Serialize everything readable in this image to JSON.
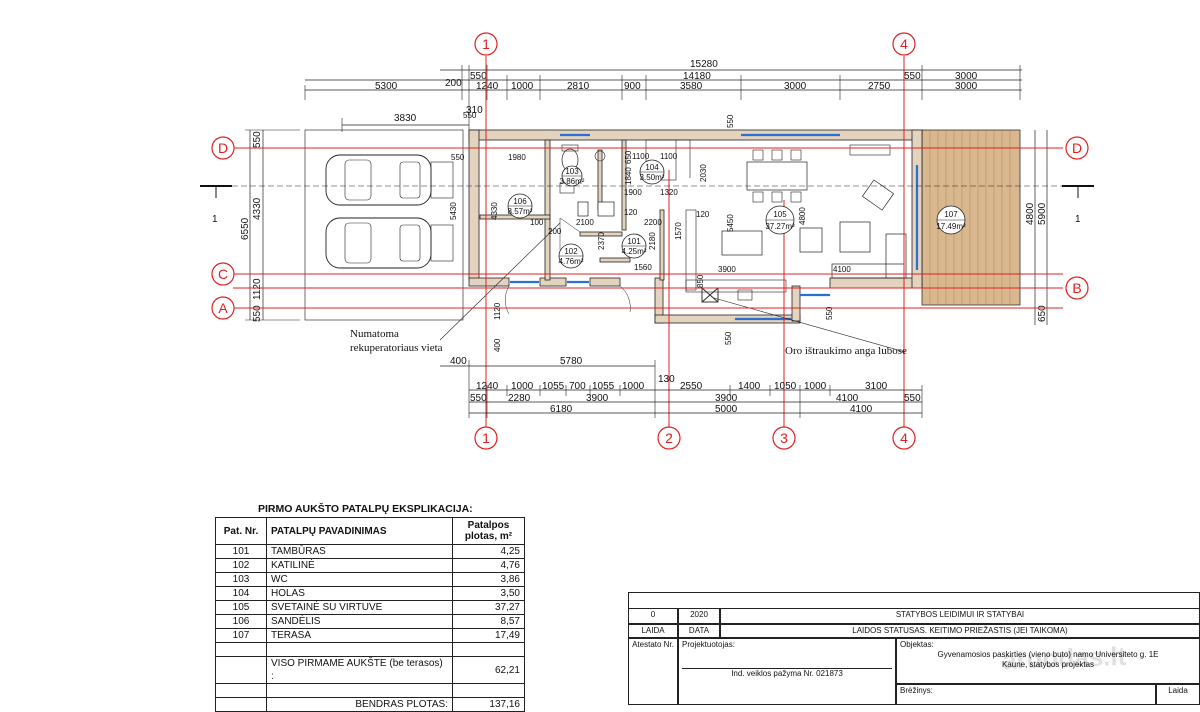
{
  "axes": {
    "numbered": [
      "1",
      "2",
      "3",
      "4"
    ],
    "lettered": [
      "A",
      "B",
      "C",
      "D"
    ]
  },
  "dimensions": {
    "top_row1": [
      "15280"
    ],
    "top_row2": [
      "200",
      "550",
      "14180",
      "550",
      "3000"
    ],
    "top_row3": [
      "5300",
      "1240",
      "1000",
      "2810",
      "900",
      "3580",
      "3000",
      "2750",
      "3000"
    ],
    "carport_width": "3830",
    "misc_top": "310",
    "bottom_row1": [
      "400",
      "5780"
    ],
    "bottom_130": "130",
    "bottom_row2": [
      "1240",
      "1000",
      "1055",
      "700",
      "1055",
      "1000",
      "2550",
      "1400",
      "1050",
      "1000",
      "3100"
    ],
    "bottom_row3": [
      "550",
      "2280",
      "3900",
      "3900",
      "4100",
      "550"
    ],
    "bottom_row4": [
      "6180",
      "5000",
      "4100"
    ],
    "left": [
      "550",
      "6550",
      "4330",
      "1120",
      "550"
    ],
    "right": [
      "4800",
      "5900",
      "650"
    ],
    "interior": [
      "550",
      "1980",
      "4330",
      "100",
      "200",
      "2100",
      "1100",
      "1840",
      "1900",
      "1320",
      "2030",
      "550",
      "120",
      "2200",
      "2370",
      "2180",
      "1560",
      "1570",
      "120",
      "5450",
      "4800",
      "3900",
      "850",
      "4100",
      "550",
      "1120",
      "400",
      "550",
      "550",
      "5430",
      "1100",
      "650"
    ]
  },
  "rooms": [
    {
      "num": "106",
      "area": "8.57m²"
    },
    {
      "num": "102",
      "area": "4.76m²"
    },
    {
      "num": "101",
      "area": "4.25m²"
    },
    {
      "num": "103",
      "area": "3.86m²"
    },
    {
      "num": "104",
      "area": "3.50m²"
    },
    {
      "num": "105",
      "area": "37.27m²"
    },
    {
      "num": "107",
      "area": "17.49m²"
    }
  ],
  "annotations": {
    "recuperator": [
      "Numatoma",
      "rekuperatoriaus vieta"
    ],
    "exhaust": "Oro ištraukimo anga lubose",
    "section_mark": "1"
  },
  "explication": {
    "title": "PIRMO AUKŠTO PATALPŲ EKSPLIKACIJA:",
    "headers": [
      "Pat. Nr.",
      "PATALPŲ PAVADINIMAS",
      "Patalpos plotas, m²"
    ],
    "rows": [
      [
        "101",
        "TAMBŪRAS",
        "4,25"
      ],
      [
        "102",
        "KATILINĖ",
        "4,76"
      ],
      [
        "103",
        "WC",
        "3,86"
      ],
      [
        "104",
        "HOLAS",
        "3,50"
      ],
      [
        "105",
        "SVETAINĖ SU VIRTUVE",
        "37,27"
      ],
      [
        "106",
        "SANDĖLIS",
        "8,57"
      ],
      [
        "107",
        "TERASA",
        "17,49"
      ]
    ],
    "total_label": "VISO PIRMAME AUKŠTE (be terasos) :",
    "total_value": "62,21",
    "overall_label": "BENDRAS PLOTAS:",
    "overall_value": "137,16"
  },
  "title_block": {
    "laida_num": "0",
    "year": "2020",
    "stage": "STATYBOS LEIDIMUI IR STATYBAI",
    "laida": "LAIDA",
    "data": "DATA",
    "status": "LAIDOS STATUSAS. KEITIMO PRIEŽASTIS (JEI TAIKOMA)",
    "atestato": "Atestato Nr.",
    "projektuotojas": "Projektuotojas:",
    "license": "Ind. veiklos pažyma  Nr. 021873",
    "objektas": "Objektas:",
    "object_line1": "Gyvenamosios paskirties (vieno buto) namo Universiteto g. 1E",
    "object_line2": "Kaune, statybos projektas",
    "brezinys": "Brėžinys:",
    "laida_short": "Laida",
    "watermark": "aruodas.lt"
  }
}
